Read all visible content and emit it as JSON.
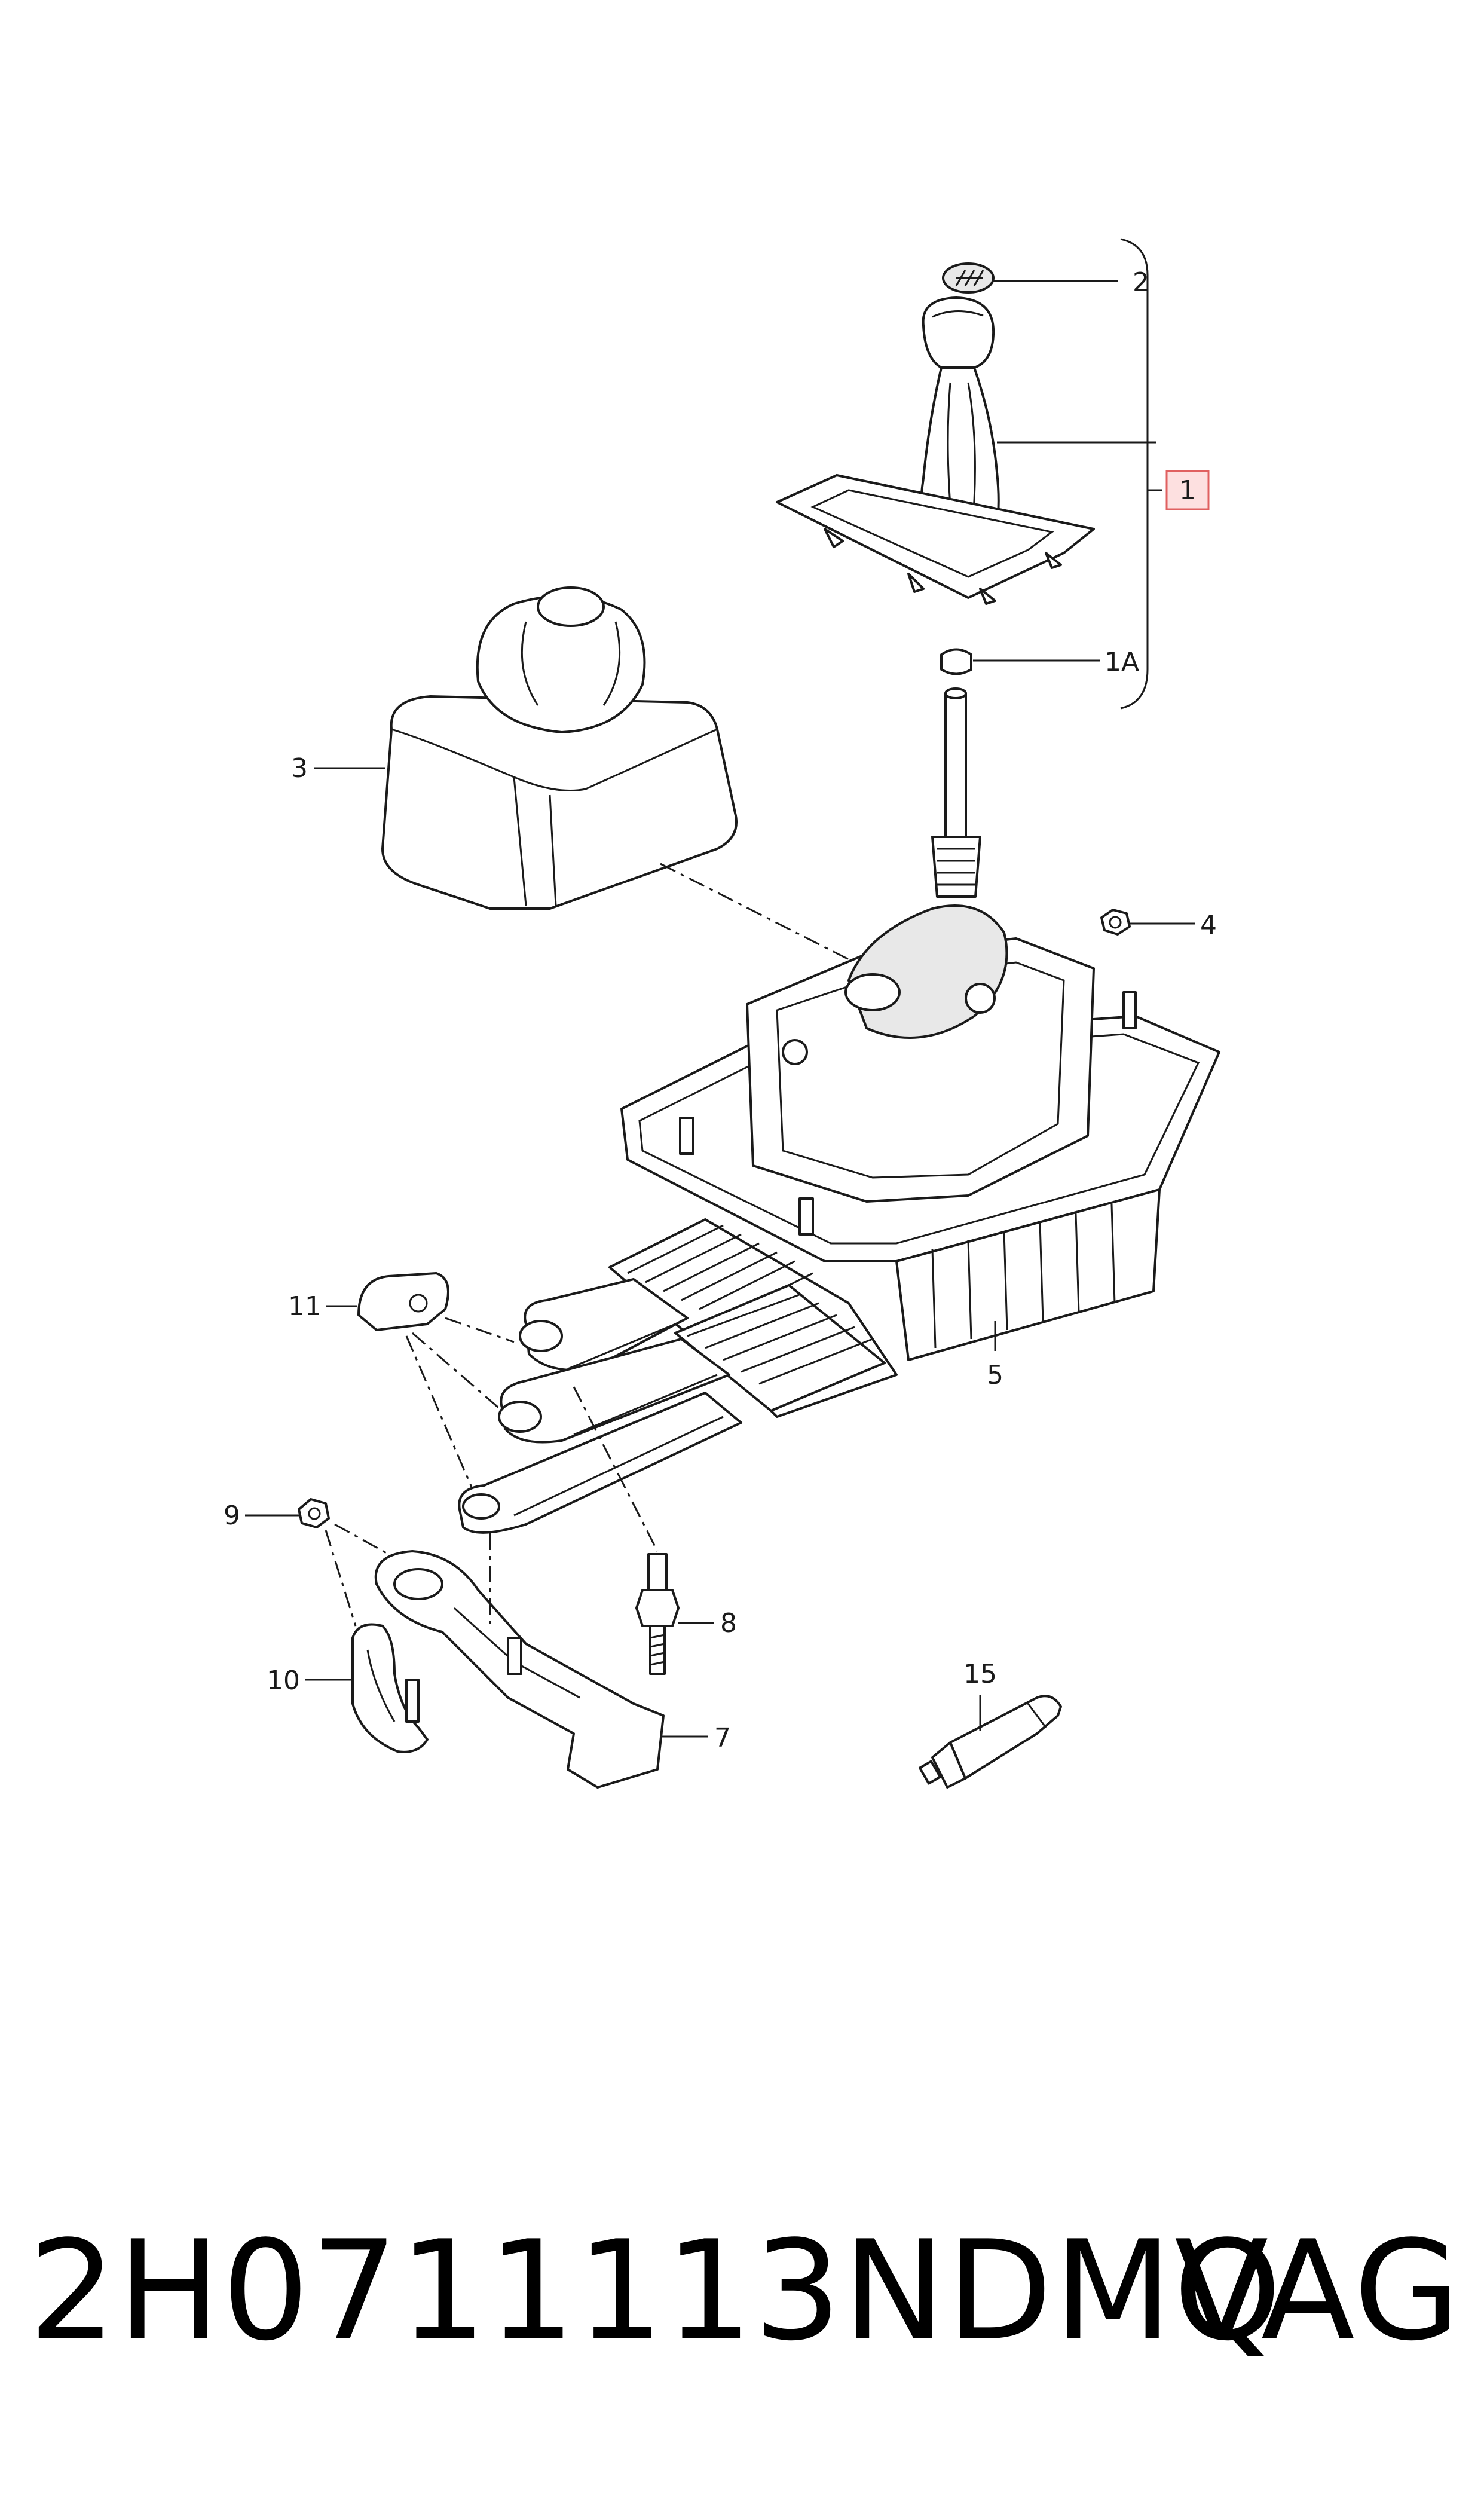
{
  "callouts": {
    "c1": "1",
    "c1a": "1A",
    "c2": "2",
    "c3": "3",
    "c4": "4",
    "c5": "5",
    "c7": "7",
    "c8": "8",
    "c9": "9",
    "c10": "10",
    "c11": "11",
    "c15": "15"
  },
  "footer": {
    "part_number": "2H0711113NDMQ",
    "brand": "VAG"
  },
  "colors": {
    "highlight_fill": "#fde0e0",
    "highlight_stroke": "#e06060"
  }
}
